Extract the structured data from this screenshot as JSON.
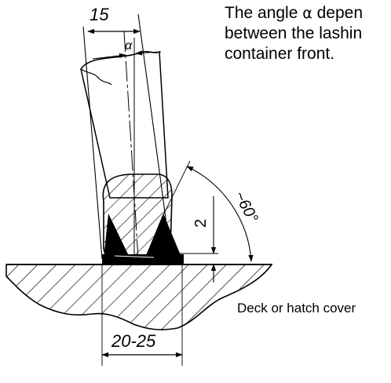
{
  "note": {
    "line1_prefix": "The angle ",
    "line1_symbol": "α",
    "line1_suffix": " depen",
    "line2": "between the lashin",
    "line3": "container front."
  },
  "labels": {
    "top_width": "15",
    "alpha": "α",
    "weld_height": "2",
    "angle": "~60°",
    "base_width": "20-25",
    "surface": "Deck or hatch cover"
  }
}
